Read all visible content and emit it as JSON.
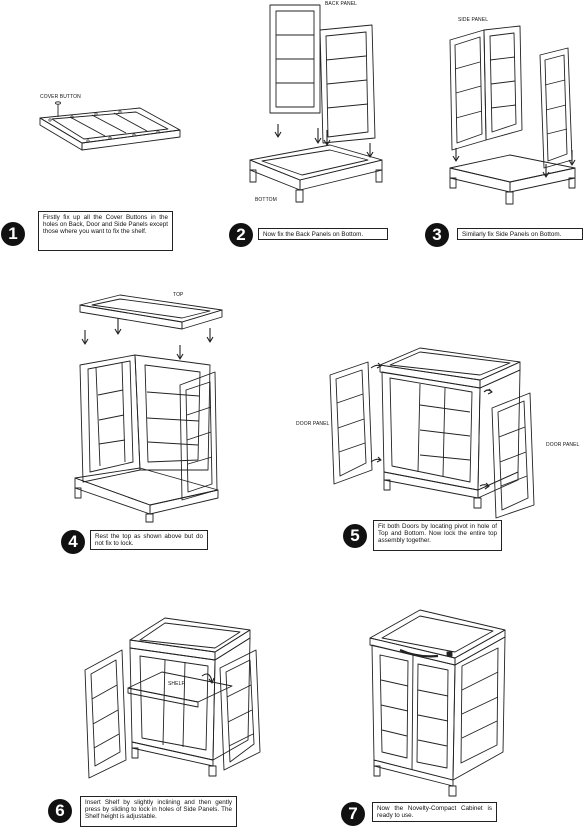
{
  "labels": {
    "cover_button": "COVER BUTTON",
    "back_panel": "BACK PANEL",
    "bottom": "BOTTOM",
    "side_panel": "SIDE PANEL",
    "top": "TOP",
    "door_panel_left": "DOOR PANEL",
    "door_panel_right": "DOOR PANEL",
    "shelf": "SHELF"
  },
  "steps": [
    {
      "number": "1",
      "text": "Firstly fix up all the Cover Buttons in the holes on Back, Door and Side Panels except those where you want to fix the shelf."
    },
    {
      "number": "2",
      "text": "Now fix the Back Panels on Bottom."
    },
    {
      "number": "3",
      "text": "Similarly fix Side Panels on Bottom."
    },
    {
      "number": "4",
      "text": "Rest the top as shown above but do not fix to lock."
    },
    {
      "number": "5",
      "text": "Fit both Doors by locating pivot in hole of Top and Bottom. Now lock the entire top assembly together."
    },
    {
      "number": "6",
      "text": "Insert Shelf by slightly inclining and then gently press by sliding to lock in holes of Side Panels. The Shelf height is adjustable."
    },
    {
      "number": "7",
      "text": "Now the Novelty-Compact Cabinet is ready to use."
    }
  ]
}
